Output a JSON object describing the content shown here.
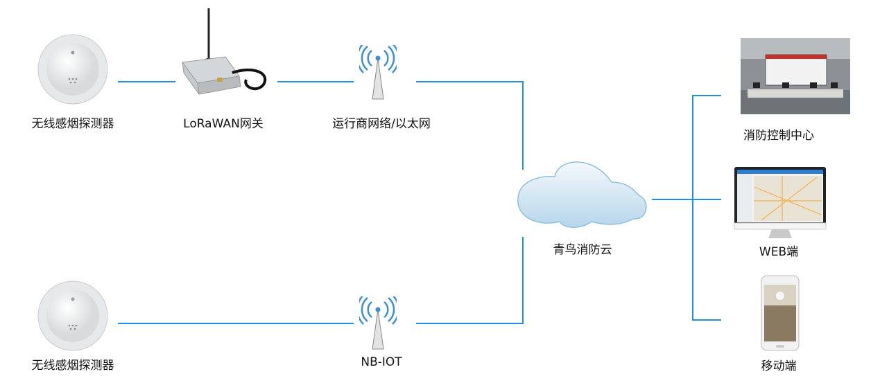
{
  "colors": {
    "line": "#1e8fe8",
    "cloud_top": "#f4f8fc",
    "cloud_bottom": "#b7d6ea",
    "cloud_stroke": "#8fbfdc"
  },
  "nodes": {
    "detector_top": "无线感烟探测器",
    "gateway": "LoRaWAN网关",
    "carrier_network": "运行商网络/以太网",
    "cloud": "青鸟消防云",
    "control_center": "消防控制中心",
    "web": "WEB端",
    "mobile": "移动端",
    "detector_bottom": "无线感烟探测器",
    "nbiot": "NB-IOT"
  }
}
